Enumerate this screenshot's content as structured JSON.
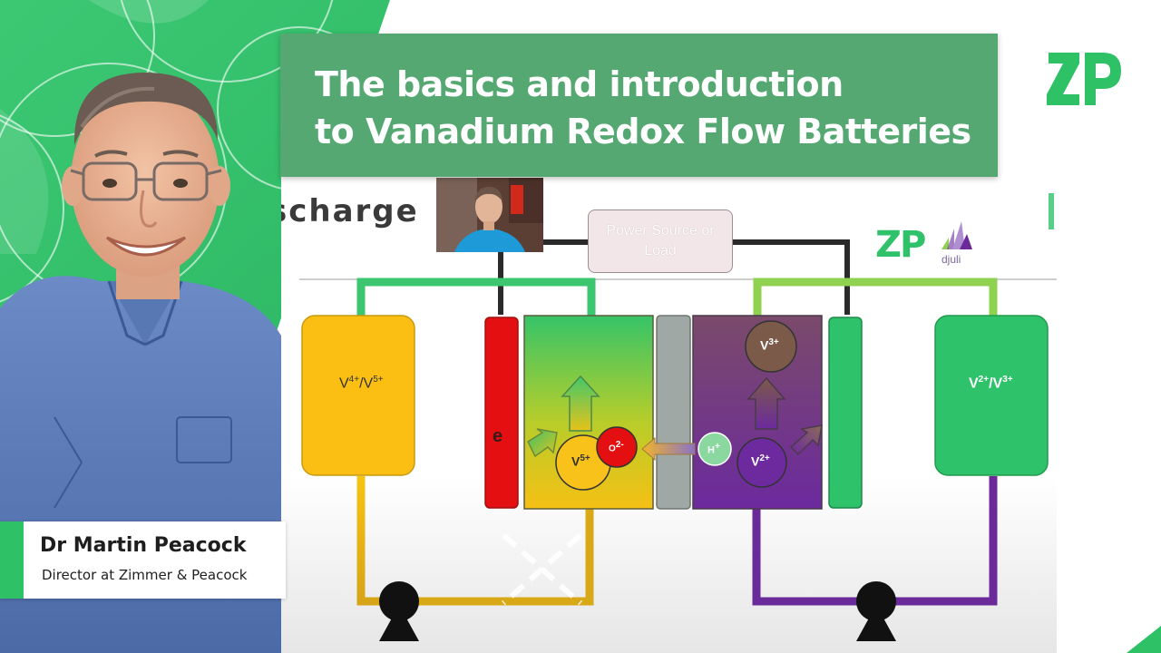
{
  "title": {
    "line1": "The basics and introduction",
    "line2": "to Vanadium Redox Flow Batteries"
  },
  "brand": {
    "logo_text": "ZP",
    "accent_color": "#2ec166",
    "banner_color": "#55a872"
  },
  "presenter": {
    "name": "Dr Martin Peacock",
    "role": "Director at Zimmer & Peacock"
  },
  "slide": {
    "heading_fragment": "scharge",
    "power_box": "Power Source or Load",
    "left_tank": {
      "base1": "V",
      "sup1": "4+",
      "sep": "/",
      "base2": "V",
      "sup2": "5+"
    },
    "right_tank": {
      "base1": "V",
      "sup1": "2+",
      "sep": "/",
      "base2": "V",
      "sup2": "3+"
    },
    "electrode_label": "e",
    "ions": {
      "v5": {
        "base": "V",
        "sup": "5+"
      },
      "o2": {
        "base": "O",
        "sup": "2-"
      },
      "h": {
        "base": "H",
        "sup": "+"
      },
      "v2": {
        "base": "V",
        "sup": "2+"
      },
      "v3": {
        "base": "V",
        "sup": "3+"
      }
    },
    "logo_zp": "ZP",
    "logo_djuli": "djuli",
    "colors": {
      "catholyte": "#fbbf14",
      "anolyte": "#2ec36a",
      "membrane": "#9fa8a4",
      "electrode_pos": "#e30f10",
      "electrode_neg": "#2ec36a",
      "purple": "#6a2a9a"
    }
  }
}
